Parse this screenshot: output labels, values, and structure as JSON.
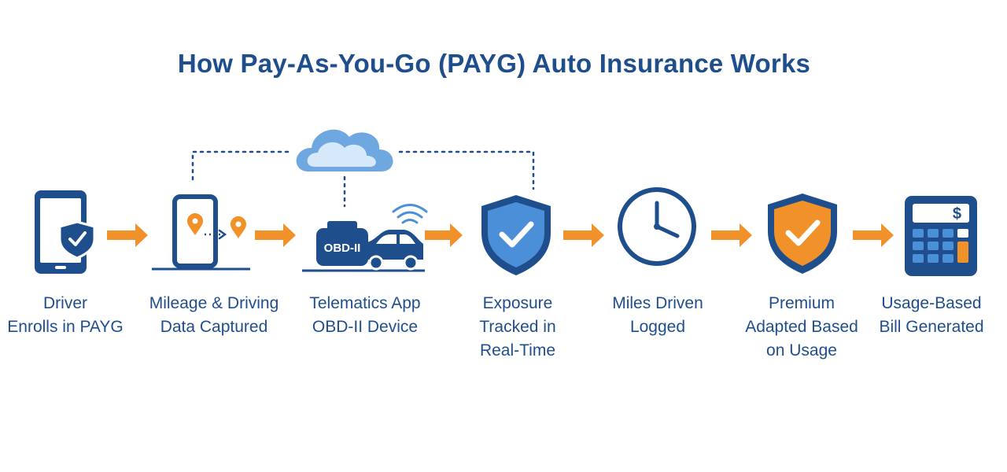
{
  "title": "How Pay-As-You-Go (PAYG) Auto Insurance Works",
  "colors": {
    "navy": "#1f4e8c",
    "blue": "#4a8fd8",
    "light_blue": "#d6e9fb",
    "orange": "#f0912a",
    "cloud": "#6fa8e0"
  },
  "steps": [
    {
      "icon": "phone-shield-icon",
      "label_lines": [
        "Driver",
        "Enrolls in PAYG"
      ]
    },
    {
      "icon": "phone-location-pins-icon",
      "label_lines": [
        "Mileage & Driving",
        "Data Captured"
      ]
    },
    {
      "icon": "obd-car-signal-icon",
      "badge": "OBD-II",
      "label_lines": [
        "Telematics App",
        "OBD-II Device"
      ]
    },
    {
      "icon": "shield-check-blue-icon",
      "label_lines": [
        "Exposure",
        "Tracked in",
        "Real-Time"
      ]
    },
    {
      "icon": "clock-icon",
      "label_lines": [
        "Miles Driven",
        "Logged"
      ]
    },
    {
      "icon": "shield-check-orange-icon",
      "label_lines": [
        "Premium",
        "Adapted Based",
        "on Usage"
      ]
    },
    {
      "icon": "calculator-dollar-icon",
      "label_lines": [
        "Usage-Based",
        "Bill Generated"
      ]
    }
  ],
  "cloud_icon": "cloud-icon"
}
